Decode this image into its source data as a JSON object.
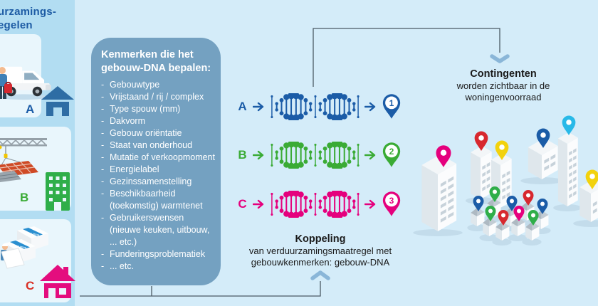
{
  "page": {
    "background": "#d4ecf9"
  },
  "left_panel": {
    "title_lines": [
      "urzamings-",
      "egelen"
    ],
    "measures": [
      {
        "label": "A",
        "icon": "house",
        "color": "#1b5ca7"
      },
      {
        "label": "B",
        "icon": "apartment-building",
        "color": "#3aab35"
      },
      {
        "label": "C",
        "icon": "house",
        "color": "#d93025"
      }
    ],
    "insulation_box_label": "INSULATION"
  },
  "dna_box": {
    "title_lines": [
      "Kenmerken die het",
      "gebouw-DNA bepalen:"
    ],
    "items": [
      "Gebouwtype",
      "Vrijstaand / rij / complex",
      "Type spouw (mm)",
      "Dakvorm",
      "Gebouw oriëntatie",
      "Staat van onderhoud",
      "Mutatie of verkoopmoment",
      "Energielabel",
      "Gezinssamenstelling",
      "Beschikbaarheid (toekomstig) warmtenet",
      "Gebruikerswensen (nieuwe keuken, uitbouw, ... etc.)",
      "Funderingsproblematiek",
      "... etc."
    ]
  },
  "mapping_rows": [
    {
      "label": "A",
      "pin_number": "1",
      "color": "#1b5ca7"
    },
    {
      "label": "B",
      "pin_number": "2",
      "color": "#3aab35"
    },
    {
      "label": "C",
      "pin_number": "3",
      "color": "#e5007d"
    }
  ],
  "koppeling": {
    "title": "Koppeling",
    "lines": [
      "van verduurzamingsmaatregel met",
      "gebouwkenmerken: gebouw-DNA"
    ]
  },
  "contingenten": {
    "title": "Contingenten",
    "lines": [
      "worden zichtbaar in de",
      "woningenvoorraad"
    ]
  },
  "city_pin_colors": [
    "#e5007d",
    "#d7282f",
    "#f2d20e",
    "#1b5ca7",
    "#29b9e8",
    "#f2d20e",
    "#2fae49",
    "#1b5ca7",
    "#d7282f",
    "#1b5ca7",
    "#e5007d",
    "#2fae49",
    "#d7282f",
    "#2fae49",
    "#1b5ca7"
  ]
}
